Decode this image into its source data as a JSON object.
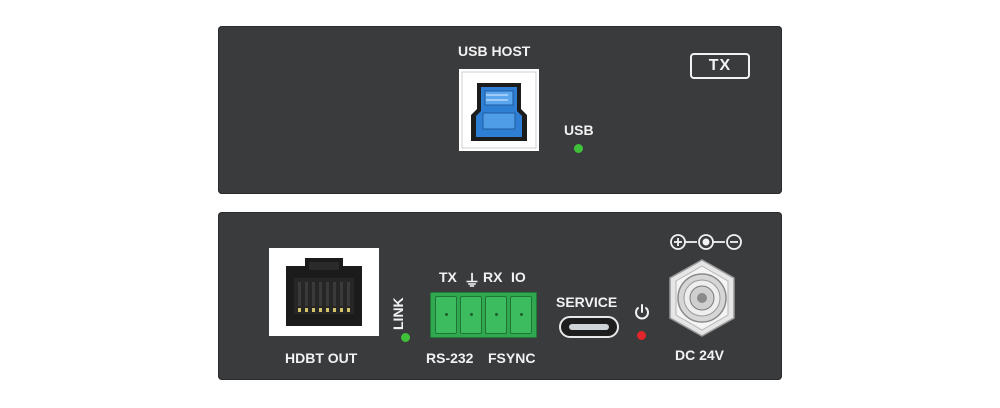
{
  "top_panel": {
    "usb_host_label": "USB HOST",
    "usb_led_label": "USB",
    "tx_badge": "TX"
  },
  "bottom_panel": {
    "hdbt_label": "HDBT OUT",
    "link_label": "LINK",
    "terminal_top_labels": [
      "TX",
      "⏚",
      "RX",
      "IO"
    ],
    "rs232_label": "RS-232",
    "fsync_label": "FSYNC",
    "service_label": "SERVICE",
    "dc_label": "DC 24V"
  },
  "colors": {
    "panel": "#3a3b3d",
    "led_green": "#3fc23a",
    "led_red": "#e0262a",
    "terminal_green": "#2fa84f",
    "usb_blue": "#2e7fd4"
  }
}
